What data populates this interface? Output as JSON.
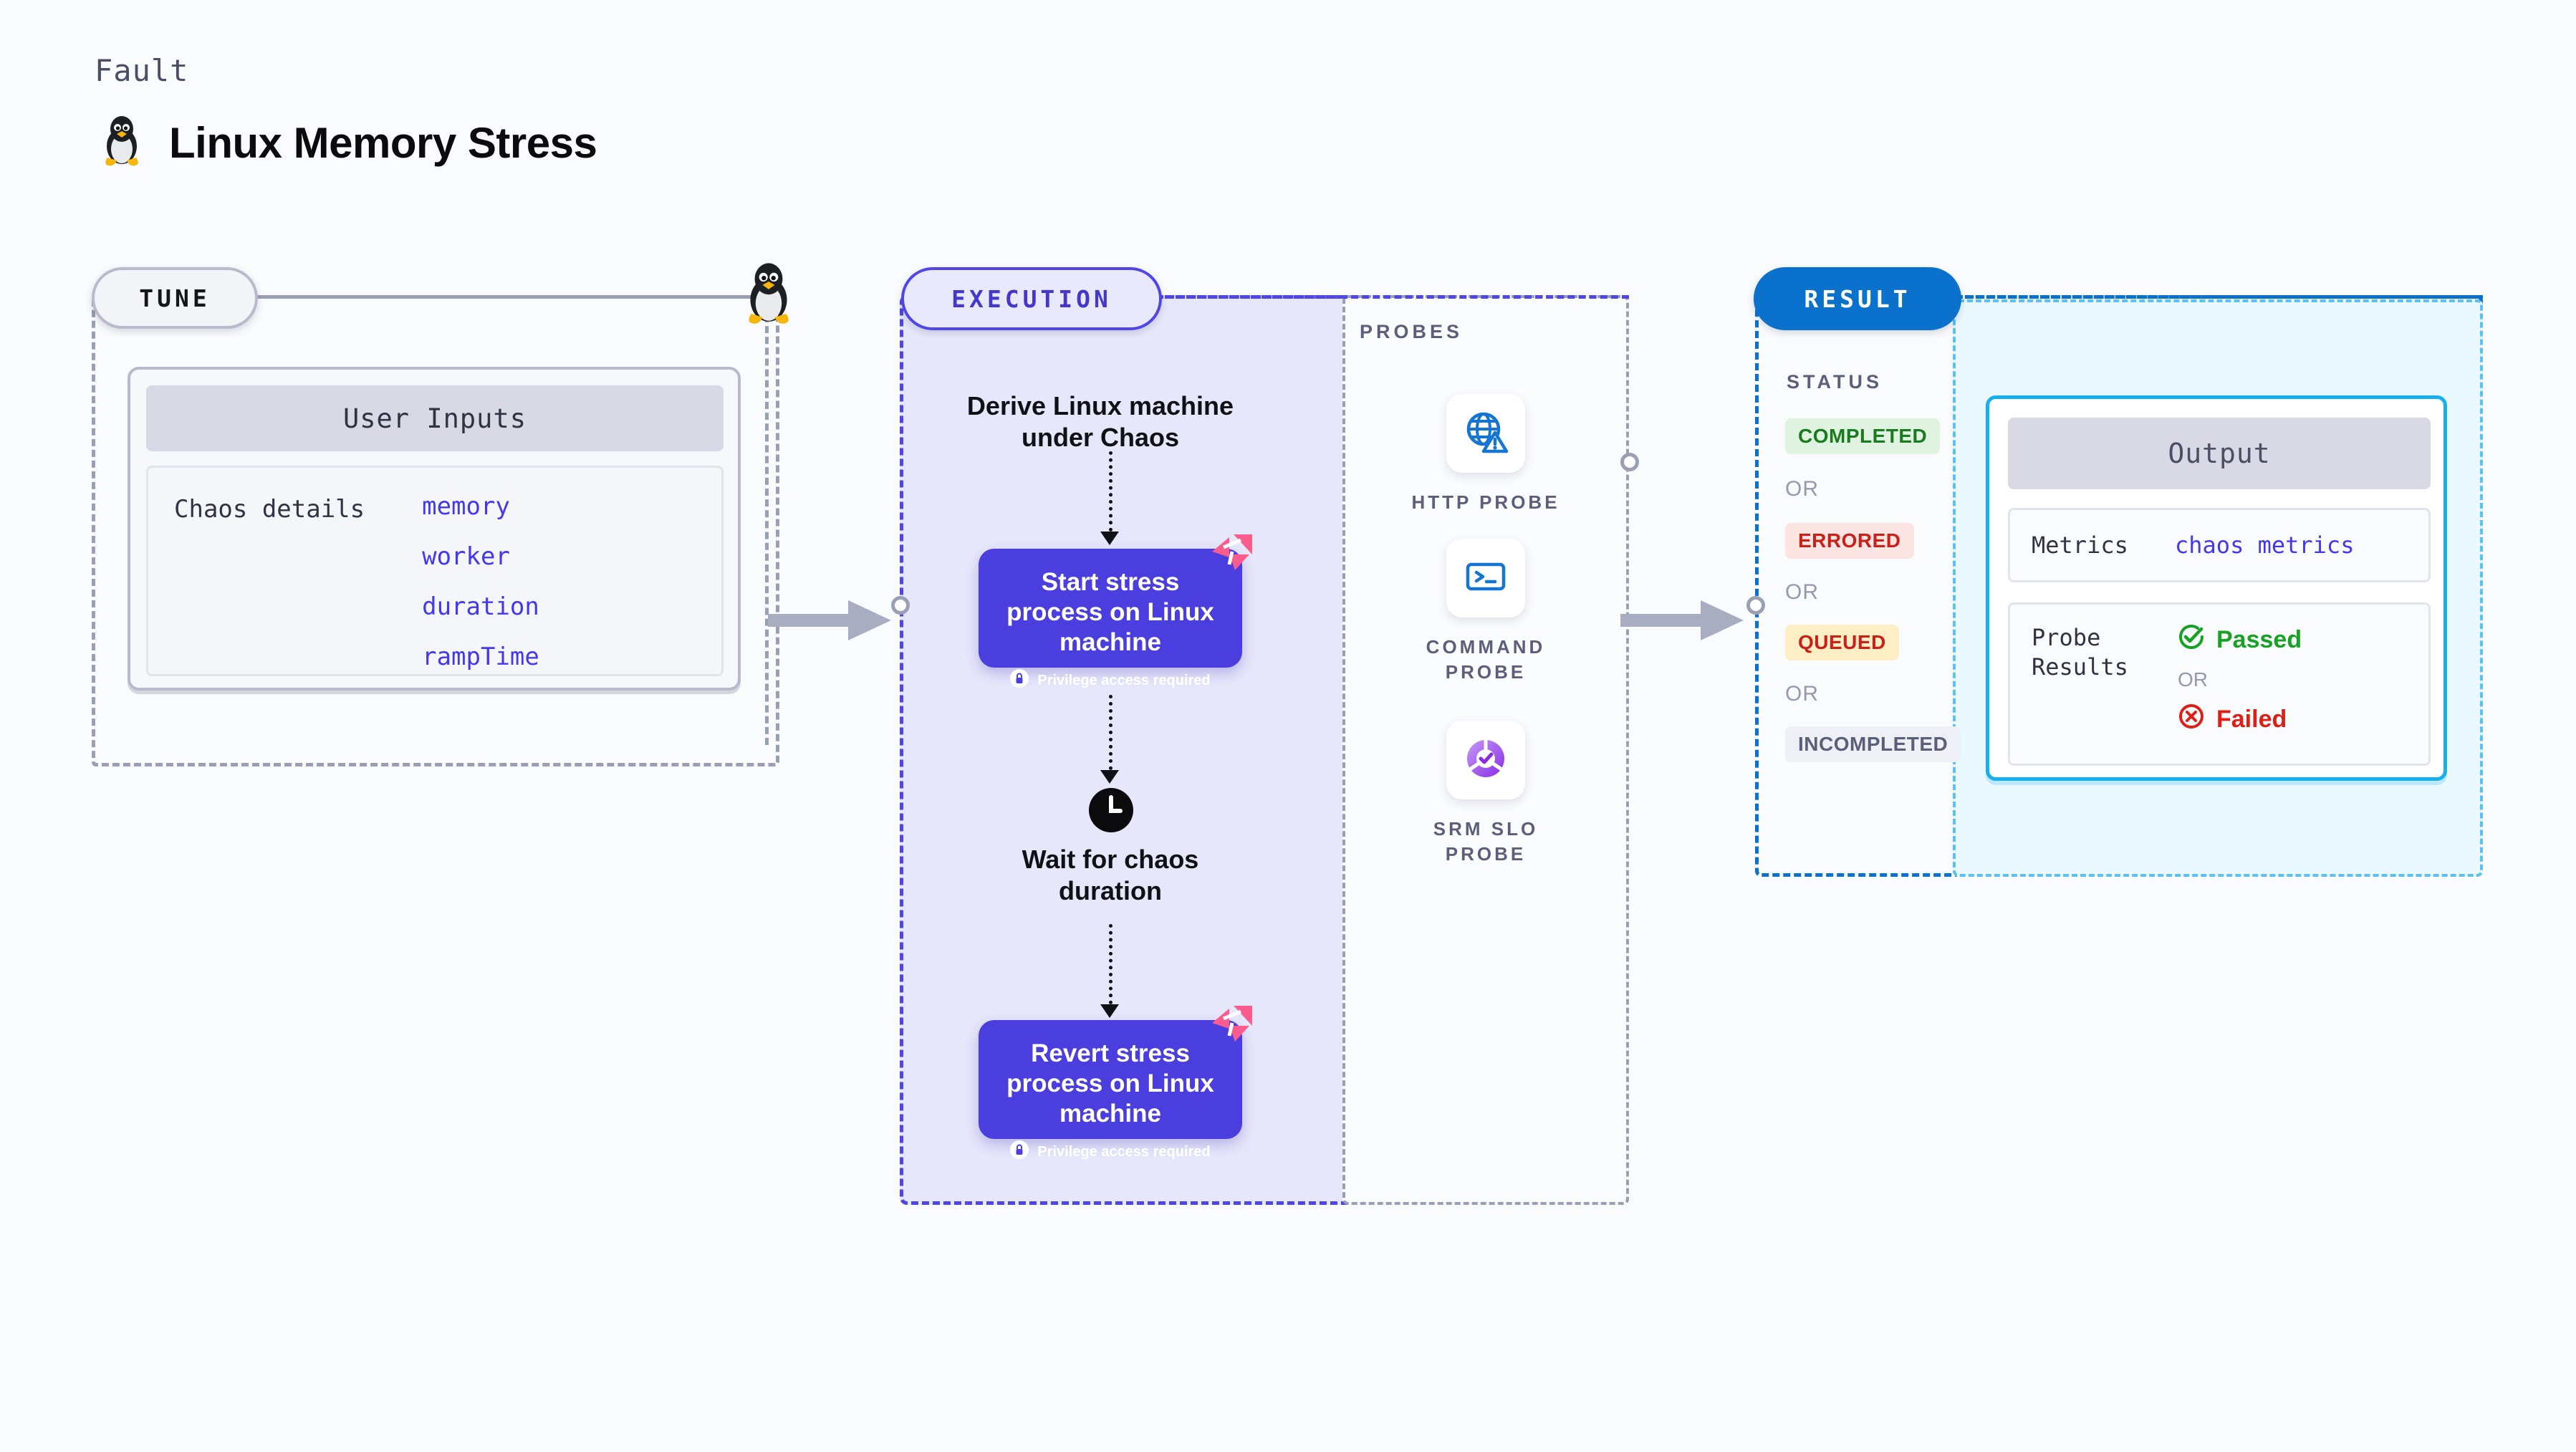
{
  "header": {
    "kicker": "Fault",
    "title": "Linux Memory Stress",
    "icon": "linux-penguin-icon"
  },
  "tune": {
    "pill_label": "TUNE",
    "card": {
      "heading": "User Inputs",
      "row_label": "Chaos details",
      "params": [
        "memory",
        "worker",
        "duration",
        "rampTime"
      ]
    }
  },
  "execution": {
    "pill_label": "EXECUTION",
    "steps": [
      {
        "type": "text",
        "label": "Derive Linux machine under Chaos"
      },
      {
        "type": "action",
        "label": "Start stress process on Linux machine",
        "note": "Privilege access required",
        "badge": "harness-logo-icon",
        "lock": "lock-icon"
      },
      {
        "type": "wait",
        "label": "Wait for chaos duration",
        "icon": "clock-icon"
      },
      {
        "type": "action",
        "label": "Revert stress process on Linux machine",
        "note": "Privilege access required",
        "badge": "harness-logo-icon",
        "lock": "lock-icon"
      }
    ]
  },
  "probes": {
    "section_label": "PROBES",
    "items": [
      {
        "caption": "HTTP PROBE",
        "icon": "globe-warning-icon"
      },
      {
        "caption": "COMMAND PROBE",
        "icon": "terminal-icon"
      },
      {
        "caption": "SRM SLO PROBE",
        "icon": "slo-donut-check-icon"
      }
    ]
  },
  "result": {
    "pill_label": "RESULT",
    "status_label": "STATUS",
    "or_label": "OR",
    "statuses": [
      {
        "label": "COMPLETED",
        "bg": "#dff3e0",
        "fg": "#1a7a1f"
      },
      {
        "label": "ERRORED",
        "bg": "#fbe4e2",
        "fg": "#cb2018"
      },
      {
        "label": "QUEUED",
        "bg": "#fdeec6",
        "fg": "#cb2018"
      },
      {
        "label": "INCOMPLETED",
        "bg": "#eef0f5",
        "fg": "#5b607a"
      }
    ],
    "output": {
      "heading": "Output",
      "metrics_label": "Metrics",
      "metrics_value": "chaos metrics",
      "probe_results_label": "Probe Results",
      "passed_label": "Passed",
      "failed_label": "Failed",
      "or_label": "OR",
      "passed_icon": "check-circle-icon",
      "failed_icon": "x-circle-icon"
    }
  },
  "colors": {
    "accent_execution": "#4f46e5",
    "accent_result": "#0a72cc",
    "accent_output": "#17b0ee",
    "action_box": "#4a3ede",
    "harness_pink": "#fa5c8e",
    "mono_blue": "#4338f0",
    "muted": "#9aa0b4"
  }
}
